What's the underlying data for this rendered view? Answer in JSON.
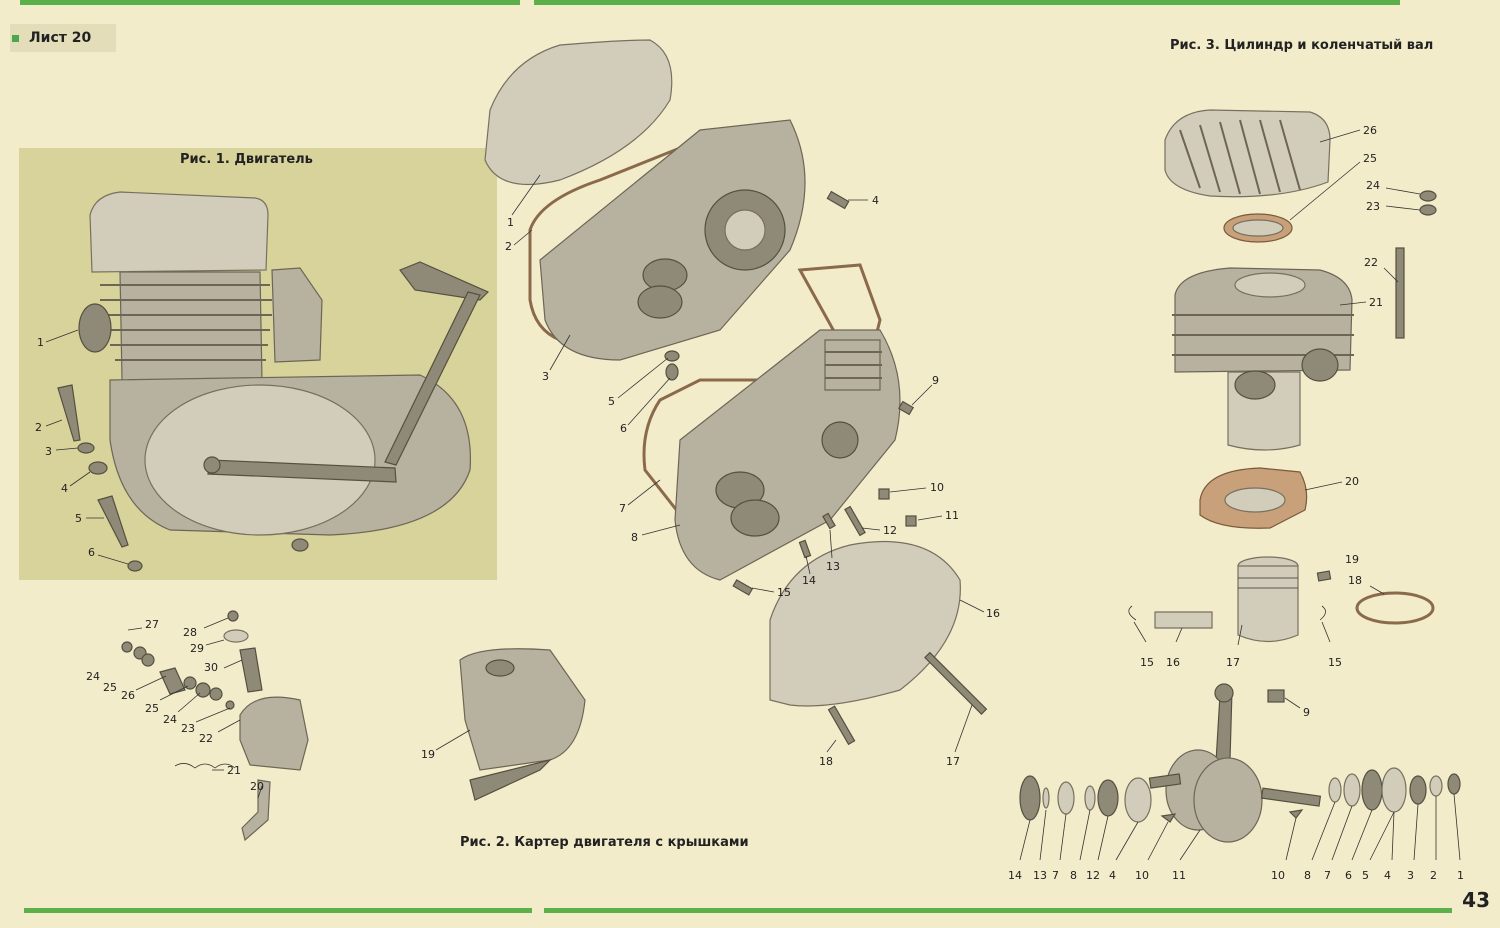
{
  "sheet_label": "Лист 20",
  "page_number": "43",
  "figures": {
    "fig1": {
      "title": "Рис. 1. Двигатель",
      "labels": [
        "1",
        "2",
        "3",
        "4",
        "5",
        "6"
      ]
    },
    "fig2": {
      "title": "Рис. 2. Картер двигателя с крышками",
      "labels": [
        "1",
        "2",
        "3",
        "4",
        "5",
        "6",
        "7",
        "8",
        "9",
        "10",
        "11",
        "12",
        "13",
        "14",
        "15",
        "16",
        "17",
        "18",
        "19",
        "20",
        "21",
        "22",
        "23",
        "24",
        "25",
        "26",
        "27",
        "28",
        "29",
        "30"
      ]
    },
    "fig3": {
      "title": "Рис. 3. Цилиндр и коленчатый вал",
      "labels": [
        "1",
        "2",
        "3",
        "4",
        "5",
        "6",
        "7",
        "8",
        "9",
        "10",
        "11",
        "12",
        "13",
        "14",
        "15",
        "16",
        "17",
        "18",
        "19",
        "20",
        "21",
        "22",
        "23",
        "24",
        "25",
        "26"
      ]
    }
  },
  "colors": {
    "accent_bar": "#5bb04a",
    "page_bg": "#f3eccb",
    "fig1_bg": "#d8d39a"
  }
}
